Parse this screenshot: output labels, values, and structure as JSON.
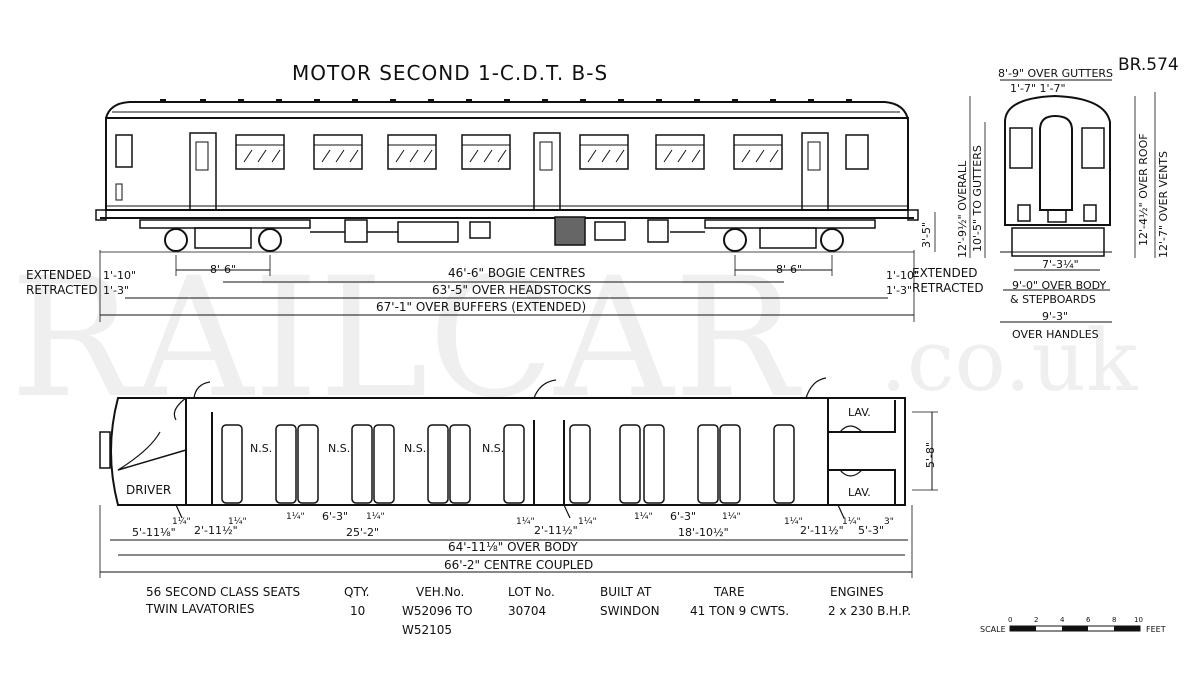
{
  "diagram": {
    "title": "MOTOR SECOND  1-C.D.T.  B-S",
    "ref": "BR.574",
    "watermark": {
      "main": "RAILCAR",
      "suffix": ".co.uk"
    },
    "side_elevation": {
      "bogie_dim_left": "8'-6\"",
      "bogie_dim_right": "8'-6\"",
      "bogie_centres": "46'-6\" BOGIE CENTRES",
      "over_headstocks": "63'-5\" OVER HEADSTOCKS",
      "over_buffers": "67'-1\" OVER BUFFERS (EXTENDED)",
      "buffer_height": "3'-5\"",
      "left_extended_label": "EXTENDED",
      "left_retracted_label": "RETRACTED",
      "left_extended_value": "1'-10\"",
      "left_retracted_value": "1'-3\"",
      "right_extended_label": "EXTENDED",
      "right_retracted_label": "RETRACTED",
      "right_extended_value": "1'-10\"",
      "right_retracted_value": "1'-3\""
    },
    "end_elevation": {
      "over_gutters": "8'-9\" OVER GUTTERS",
      "top_dims": "1'-7\" 1'-7\"",
      "overall": "12'-9½\" OVERALL",
      "to_gutters": "10'-5\" TO GUTTERS",
      "over_roof": "12'-4½\" OVER ROOF",
      "over_vents": "12'-7\" OVER VENTS",
      "bogie_width": "7'-3¼\"",
      "over_body": "9'-0\" OVER BODY",
      "stepboards": "& STEPBOARDS",
      "handles_dim": "9'-3\"",
      "over_handles": "OVER HANDLES"
    },
    "plan": {
      "compartment_labels": [
        "N.S.",
        "N.S.",
        "N.S.",
        "N.S."
      ],
      "lav_top": "LAV.",
      "lav_bottom": "LAV.",
      "driver": "DRIVER",
      "lav_width": "5'-8\"",
      "dims": {
        "cab": "5'-11⅛\"",
        "vest_left": "2'-11½\"",
        "bay": "6'-3\"",
        "saloon_left": "25'-2\"",
        "centre_door": "2'-11½\"",
        "bay_right": "6'-3\"",
        "saloon_right": "18'-10½\"",
        "vest_right": "2'-11½\"",
        "end_right": "5'-3\"",
        "small_a": "1¼\"",
        "small_b": "1¼\"",
        "small_c": "1¼\"",
        "small_d": "1¼\"",
        "small_e": "1¼\"",
        "small_f": "1¼\"",
        "small_g": "1¼\"",
        "small_h": "1¼\"",
        "small_i": "1¼\"",
        "small_j": "1¼\"",
        "small_k": "3\""
      },
      "over_body": "64'-11⅛\" OVER BODY",
      "centre_coupled": "66'-2\" CENTRE COUPLED"
    },
    "data_table": {
      "seats": "56 SECOND CLASS SEATS",
      "lavatories": "TWIN LAVATORIES",
      "columns": [
        {
          "header": "QTY.",
          "value": "10",
          "value2": ""
        },
        {
          "header": "VEH.No.",
          "value": "W52096 TO",
          "value2": "W52105"
        },
        {
          "header": "LOT No.",
          "value": "30704",
          "value2": ""
        },
        {
          "header": "BUILT AT",
          "value": "SWINDON",
          "value2": ""
        },
        {
          "header": "TARE",
          "value": "41 TON  9 CWTS.",
          "value2": ""
        },
        {
          "header": "ENGINES",
          "value": "2 x 230 B.H.P.",
          "value2": ""
        }
      ]
    },
    "scale": {
      "label": "SCALE",
      "ticks": [
        "0",
        "2",
        "4",
        "6",
        "8",
        "10"
      ],
      "unit": "FEET"
    }
  }
}
